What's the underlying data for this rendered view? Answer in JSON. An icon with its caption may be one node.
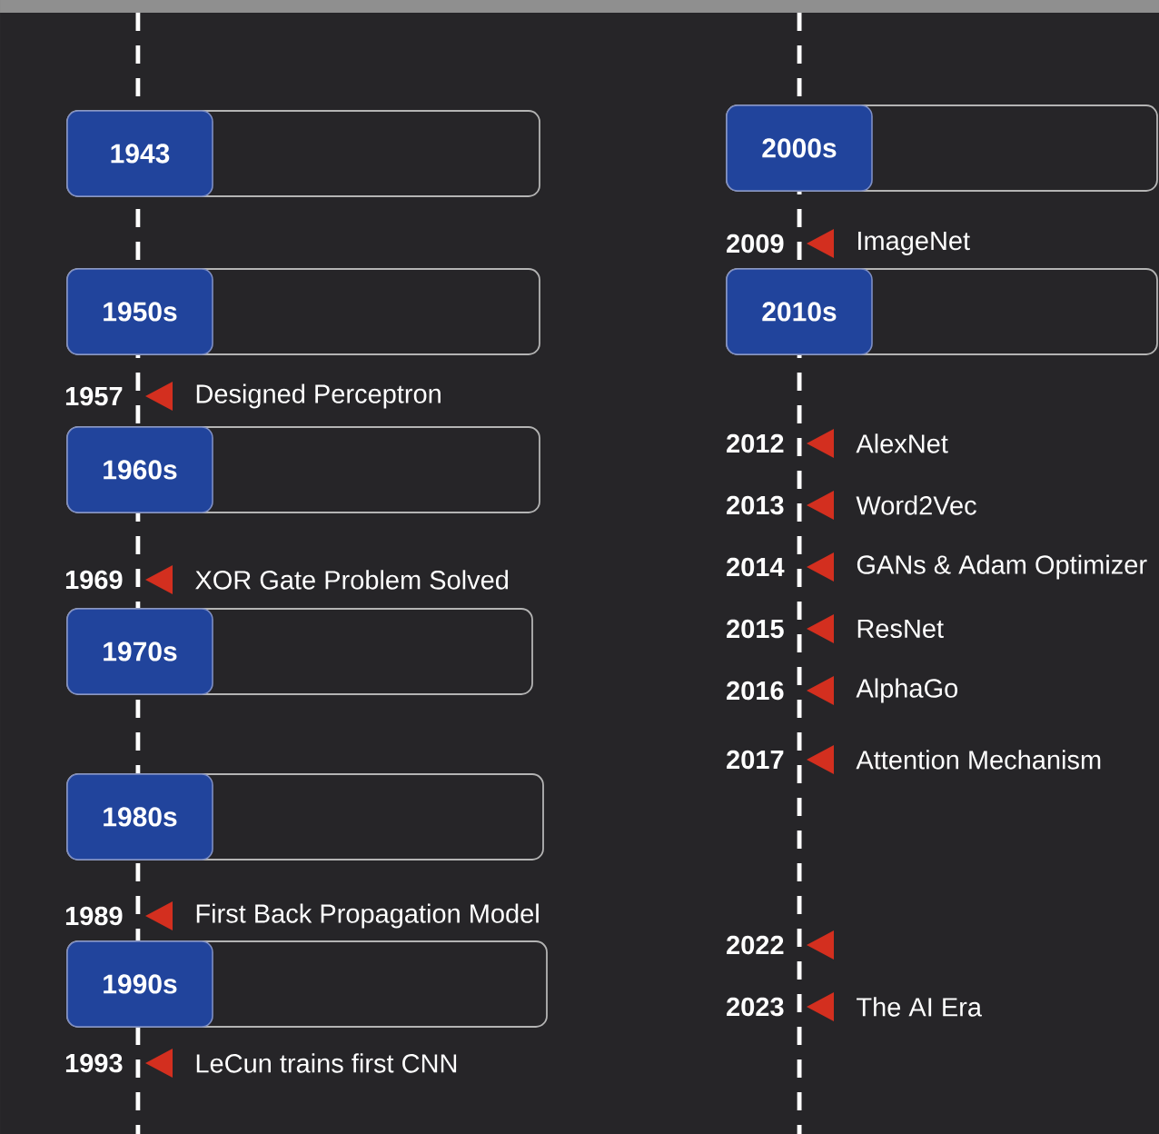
{
  "diagram": {
    "nodes": [
      {
        "text": [],
        "shape": "box"
      },
      {
        "text": [
          "1943"
        ],
        "in": 0
      },
      {
        "text": [],
        "shape": "box"
      },
      {
        "text": [
          "1950s"
        ],
        "in": 2
      },
      {
        "text": [],
        "shape": "box"
      },
      {
        "text": [
          "1960s"
        ],
        "in": 4
      },
      {
        "text": [],
        "shape": "box"
      },
      {
        "text": [
          "1970s"
        ],
        "in": 6
      },
      {
        "text": [],
        "shape": "box"
      },
      {
        "text": [
          "1980s"
        ],
        "in": 8
      },
      {
        "text": [],
        "shape": "box"
      },
      {
        "text": [
          "1990s"
        ],
        "in": 10
      },
      {
        "text": [],
        "shape": "box"
      },
      {
        "text": [
          "2000s"
        ],
        "in": 12
      },
      {
        "text": [],
        "shape": "box"
      },
      {
        "text": [
          "2010s"
        ],
        "in": 14
      }
    ],
    "labels": [
      "1957",
      "Designed Perceptron",
      "1969",
      "XOR Gate Problem Solved",
      "1989",
      "First Back Propagation Model",
      "1993",
      "LeCun trains first CNN",
      "2009",
      "ImageNet",
      "2012",
      "AlexNet",
      "2013",
      "Word2Vec",
      "2014",
      "GANs & Adam Optimizer",
      "2015",
      "ResNet",
      "2016",
      "AlphaGo",
      "2017",
      "Attention Mechanism",
      "2022",
      "2023",
      "The AI Era"
    ]
  }
}
